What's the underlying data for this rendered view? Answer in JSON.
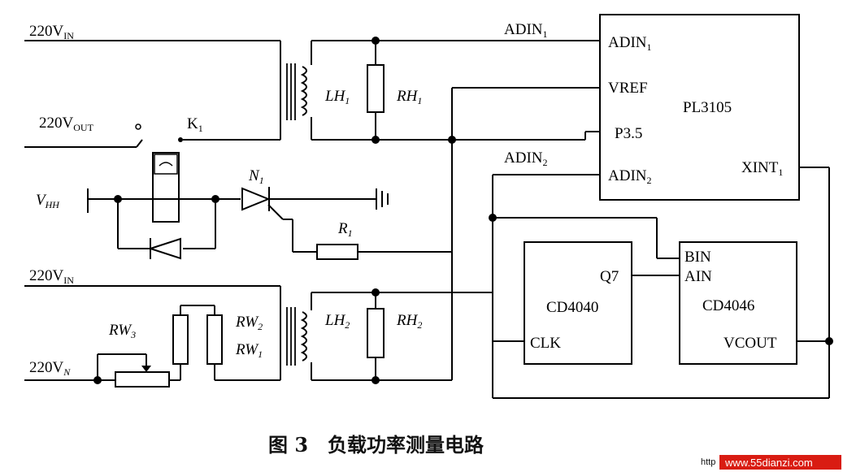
{
  "inputs": {
    "v_in_1": "220V",
    "v_in_1_sub": "IN",
    "v_out": "220V",
    "v_out_sub": "OUT",
    "v_hh": "V",
    "v_hh_sub": "HH",
    "v_in_2": "220V",
    "v_in_2_sub": "IN",
    "v_n": "220V",
    "v_n_sub": "N"
  },
  "switch_k": {
    "name": "K",
    "sub": "1"
  },
  "thyristor": {
    "name": "N",
    "sub": "1"
  },
  "resistor_r1": {
    "name": "R",
    "sub": "1"
  },
  "sensor1": {
    "lh": "LH",
    "lh_sub": "1",
    "rh": "RH",
    "rh_sub": "1"
  },
  "sensor2": {
    "lh": "LH",
    "lh_sub": "2",
    "rh": "RH",
    "rh_sub": "2"
  },
  "resistors2": {
    "rw3": "RW",
    "rw3_sub": "3",
    "rw2": "RW",
    "rw2_sub": "2",
    "rw1": "RW",
    "rw1_sub": "1"
  },
  "wire_labels": {
    "adin1": "ADIN",
    "adin1_sub": "1",
    "adin2": "ADIN",
    "adin2_sub": "2"
  },
  "pl3105": {
    "name": "PL3105",
    "pins": {
      "adin1": "ADIN",
      "adin1_sub": "1",
      "vref": "VREF",
      "p35": "P3.5",
      "adin2": "ADIN",
      "adin2_sub": "2",
      "xint": "XINT",
      "xint_sub": "1"
    }
  },
  "cd4040": {
    "name": "CD4040",
    "pins": {
      "q7": "Q7",
      "clk": "CLK"
    }
  },
  "cd4046": {
    "name": "CD4046",
    "pins": {
      "bin": "BIN",
      "ain": "AIN",
      "vcout": "VCOUT"
    }
  },
  "caption": "图 3　负载功率测量电路",
  "watermark": {
    "prefix": "http",
    "site": "www.55dianzi.com"
  }
}
